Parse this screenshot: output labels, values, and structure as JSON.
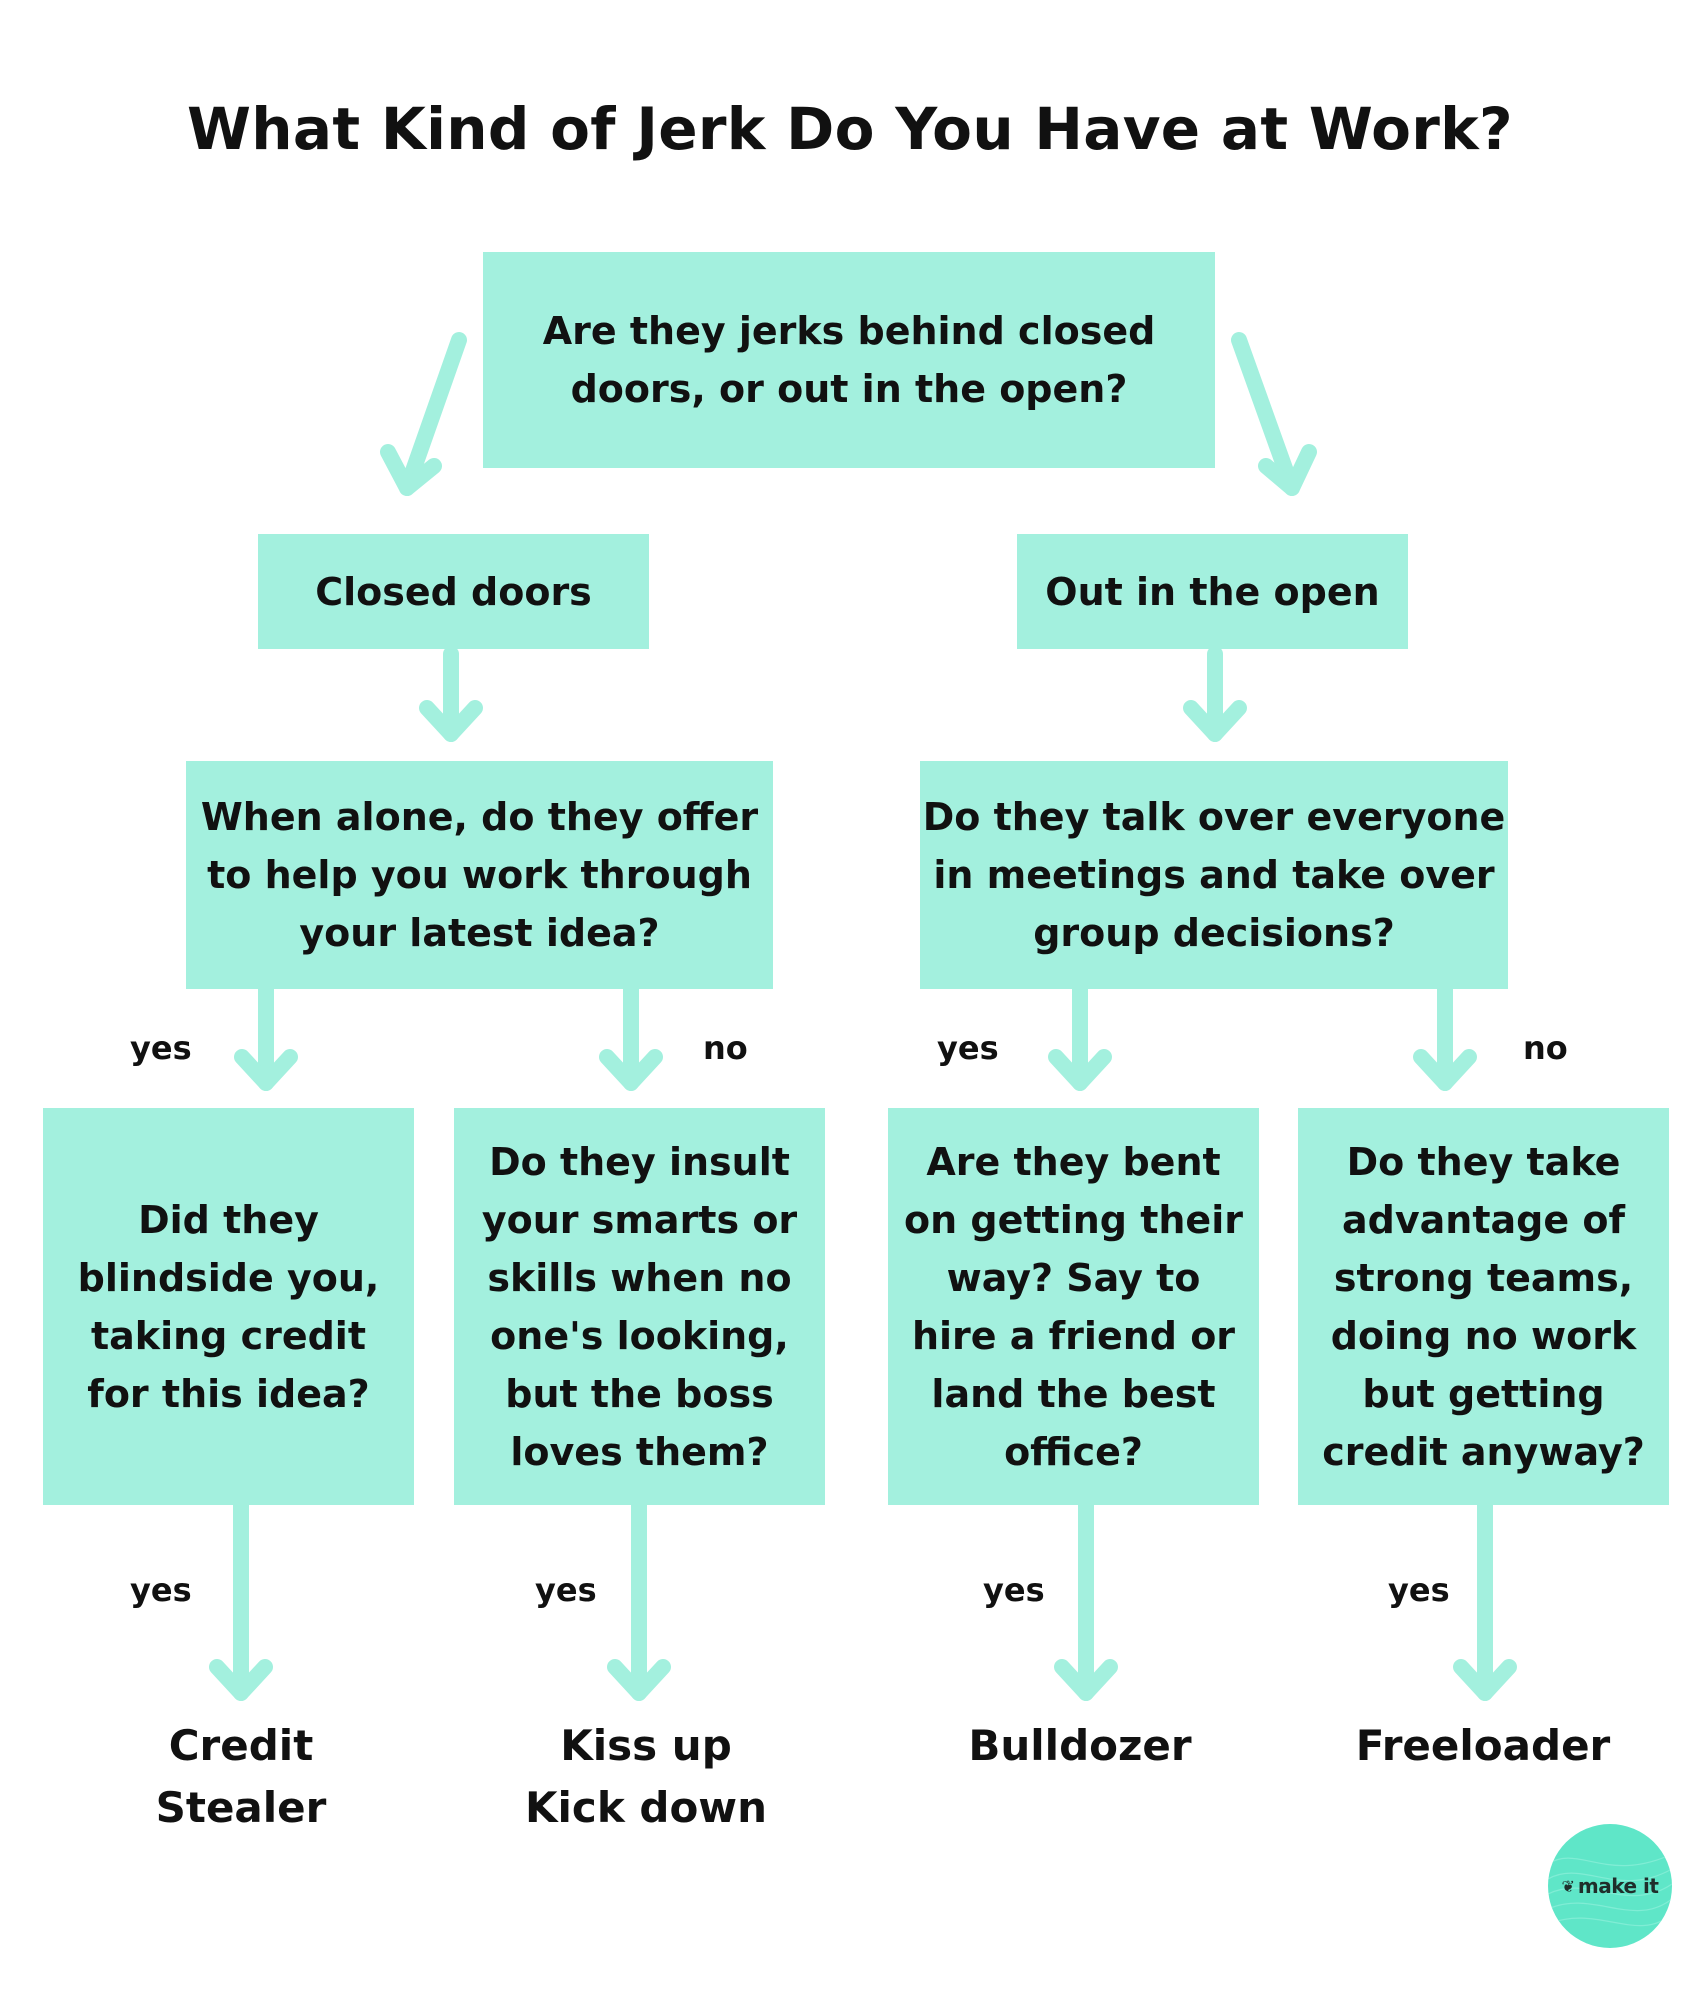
{
  "title": "What Kind of Jerk Do You Have at Work?",
  "colors": {
    "box": "#a3f0de",
    "arrow": "#a3f0de",
    "text": "#111111",
    "logo": "#5fe6c8"
  },
  "nodes": {
    "root": "Are they jerks behind closed\ndoors, or out in the open?",
    "closed": "Closed doors",
    "open": "Out in the open",
    "closed_q": "When alone, do they offer\nto help you work through\nyour latest idea?",
    "open_q": "Do they talk over everyone\nin meetings and take over\ngroup decisions?",
    "q1": "Did they\nblindside you,\ntaking credit\nfor this idea?",
    "q2": "Do they insult\nyour smarts or\nskills when no\none's looking,\nbut the boss\nloves them?",
    "q3": "Are they bent\non getting their\nway? Say to\nhire a friend or\nland the best\noffice?",
    "q4": "Do they take\nadvantage of\nstrong teams,\ndoing no work\nbut getting\ncredit anyway?"
  },
  "edge_labels": {
    "closed_yes": "yes",
    "closed_no": "no",
    "open_yes": "yes",
    "open_no": "no",
    "q1_yes": "yes",
    "q2_yes": "yes",
    "q3_yes": "yes",
    "q4_yes": "yes"
  },
  "outcomes": {
    "o1": "Credit\nStealer",
    "o2": "Kiss up\nKick down",
    "o3": "Bulldozer",
    "o4": "Freeloader"
  },
  "logo": {
    "text": "make it",
    "icon": "nbc-peacock-icon"
  }
}
